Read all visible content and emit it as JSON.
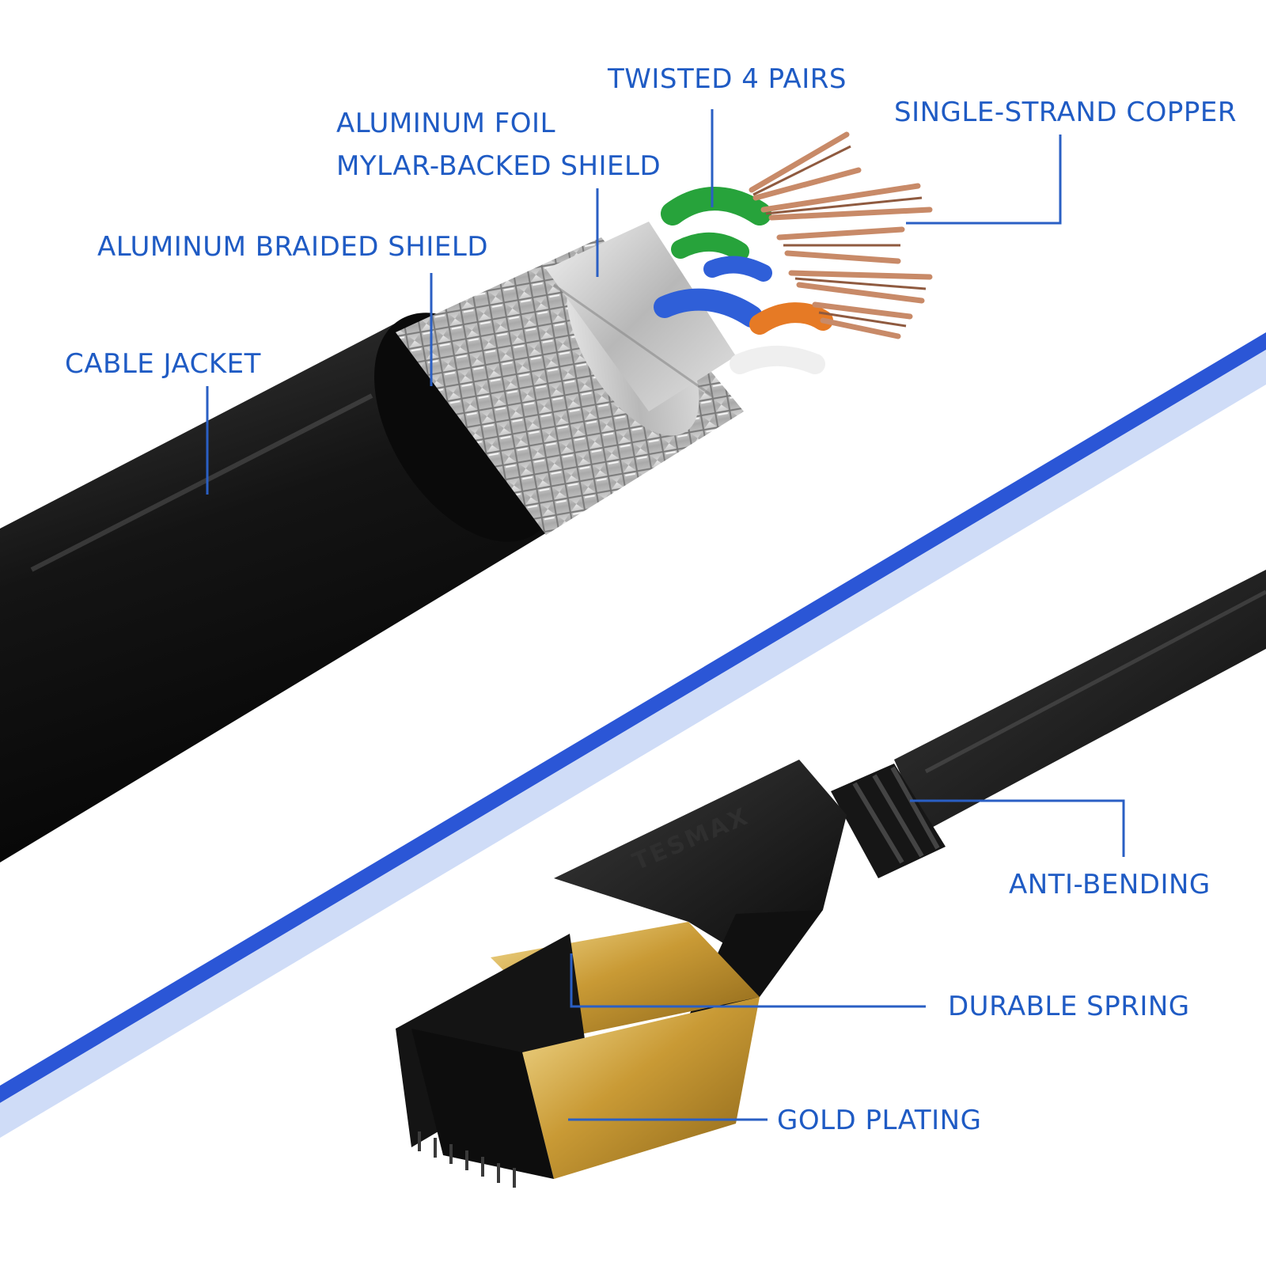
{
  "colors": {
    "label_text": "#1f5bc4",
    "leader_line": "#2a5fc4",
    "cable_jacket": "#111111",
    "stripe_blue": "#2b56d6",
    "stripe_light": "#c7d6f6",
    "copper": "#c88a68",
    "gold": "#d7b25a",
    "pair_green": "#27a33b",
    "pair_blue": "#2f5fd8",
    "pair_orange": "#e67a25"
  },
  "labels": {
    "twisted_pairs": "TWISTED 4 PAIRS",
    "single_strand": "SINGLE-STRAND COPPER",
    "foil_line1": "ALUMINUM FOIL",
    "foil_line2": "MYLAR-BACKED SHIELD",
    "braided_shield": "ALUMINUM BRAIDED SHIELD",
    "cable_jacket": "CABLE JACKET",
    "anti_bending": "ANTI-BENDING",
    "durable_spring": "DURABLE SPRING",
    "gold_plating": "GOLD PLATING"
  },
  "brand": "TESMAX"
}
